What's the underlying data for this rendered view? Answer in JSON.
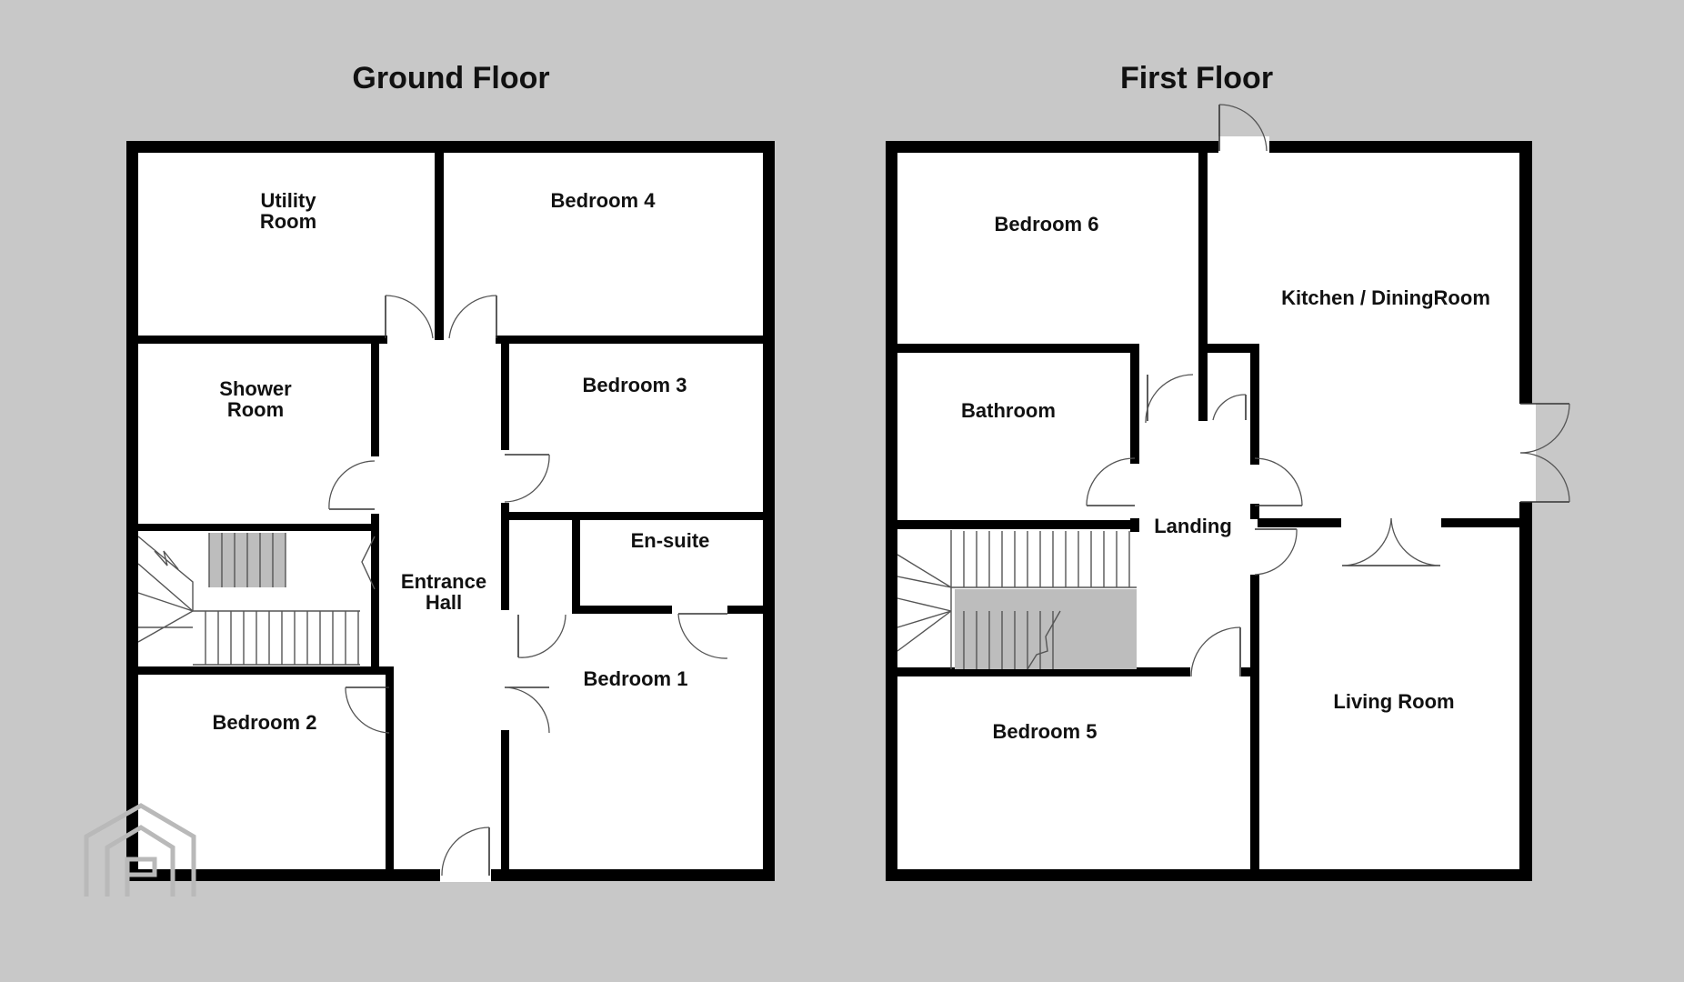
{
  "floors": {
    "ground": {
      "title": "Ground Floor",
      "rooms": {
        "utility": [
          "Utility",
          "Room"
        ],
        "bedroom4": "Bedroom 4",
        "shower": [
          "Shower",
          "Room"
        ],
        "bedroom3": "Bedroom 3",
        "ensuite": "En-suite",
        "entrance": [
          "Entrance",
          "Hall"
        ],
        "bedroom1": "Bedroom 1",
        "bedroom2": "Bedroom 2"
      }
    },
    "first": {
      "title": "First Floor",
      "rooms": {
        "bedroom6": "Bedroom 6",
        "kitchen": "Kitchen / DiningRoom",
        "bathroom": "Bathroom",
        "landing": "Landing",
        "bedroom5": "Bedroom 5",
        "living": "Living Room"
      }
    }
  },
  "watermark_icon": "house-logo-icon"
}
